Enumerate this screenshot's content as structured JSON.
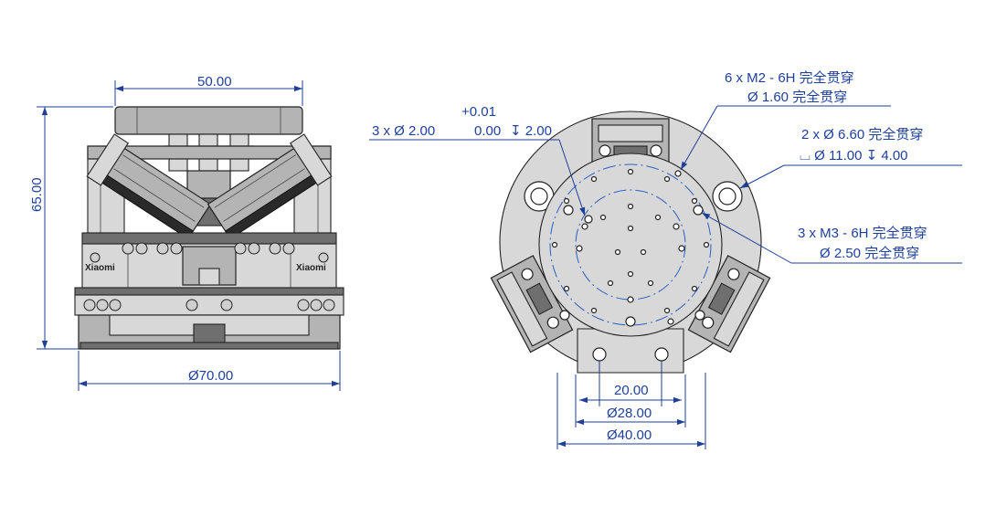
{
  "front_view": {
    "dim_width_top": "50.00",
    "dim_height": "65.00",
    "dim_base_diameter": "Ø70.00",
    "brand_label_left": "Xiaomi",
    "brand_label_right": "Xiaomi"
  },
  "top_view": {
    "callout_pin_tol_top": "+0.01",
    "callout_pin_main": "3 x Ø 2.00",
    "callout_pin_tol_bottom": "0.00",
    "callout_pin_depth": "↧ 2.00",
    "callout_m2_line1": "6 x M2 - 6H 完全贯穿",
    "callout_m2_line2": "Ø 1.60 完全贯穿",
    "callout_cbore_line1": "2 x Ø 6.60 完全贯穿",
    "callout_cbore_line2": "⌴ Ø 11.00 ↧ 4.00",
    "callout_m3_line1": "3 x M3 - 6H 完全贯穿",
    "callout_m3_line2": "Ø 2.50 完全贯穿",
    "dim_20": "20.00",
    "dim_28": "Ø28.00",
    "dim_40": "Ø40.00"
  },
  "colors": {
    "dimension": "#1f3f9a",
    "centerline": "#2a5fc4",
    "ink": "#222222"
  }
}
